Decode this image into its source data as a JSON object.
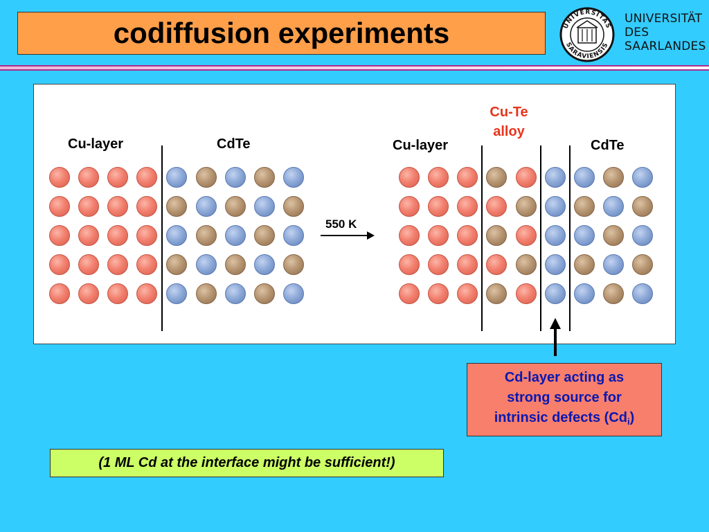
{
  "title": "codiffusion experiments",
  "university": {
    "seal_text": "UNIVERSITAS SARAVIENSIS",
    "line1": "UNIVERSITÄT",
    "line2": "DES",
    "line3": "SAARLANDES"
  },
  "colors": {
    "background": "#33ccff",
    "title_bg": "#ff9f4a",
    "cu": "#f2806f",
    "cd": "#8eaad8",
    "te": "#b79673",
    "alloy_text": "#e8341c",
    "note_bg": "#f77f6c",
    "note_text": "#0a18b0",
    "bottom_note_bg": "#ccff66"
  },
  "left": {
    "cu_label": "Cu-layer",
    "cdte_label": "CdTe",
    "rows": [
      [
        "cu",
        "cu",
        "cu",
        "cu",
        "cd",
        "te",
        "cd",
        "te",
        "cd"
      ],
      [
        "cu",
        "cu",
        "cu",
        "cu",
        "te",
        "cd",
        "te",
        "cd",
        "te"
      ],
      [
        "cu",
        "cu",
        "cu",
        "cu",
        "cd",
        "te",
        "cd",
        "te",
        "cd"
      ],
      [
        "cu",
        "cu",
        "cu",
        "cu",
        "te",
        "cd",
        "te",
        "cd",
        "te"
      ],
      [
        "cu",
        "cu",
        "cu",
        "cu",
        "cd",
        "te",
        "cd",
        "te",
        "cd"
      ]
    ]
  },
  "arrow": {
    "label": "550 K"
  },
  "right": {
    "cu_label": "Cu-layer",
    "alloy_line1": "Cu-Te",
    "alloy_line2": "alloy",
    "cdte_label": "CdTe",
    "rows": [
      [
        "cu",
        "cu",
        "cu",
        "te",
        "cu",
        "cd",
        "cd",
        "te",
        "cd"
      ],
      [
        "cu",
        "cu",
        "cu",
        "cu",
        "te",
        "cd",
        "te",
        "cd",
        "te"
      ],
      [
        "cu",
        "cu",
        "cu",
        "te",
        "cu",
        "cd",
        "cd",
        "te",
        "cd"
      ],
      [
        "cu",
        "cu",
        "cu",
        "cu",
        "te",
        "cd",
        "te",
        "cd",
        "te"
      ],
      [
        "cu",
        "cu",
        "cu",
        "te",
        "cu",
        "cd",
        "cd",
        "te",
        "cd"
      ]
    ]
  },
  "note": {
    "line1": "Cd-layer acting as",
    "line2": "strong source for",
    "line3_main": "intrinsic defects (Cd",
    "line3_sub": "i",
    "line3_end": ")"
  },
  "bottom_note": "(1 ML Cd at the interface might be sufficient!)"
}
